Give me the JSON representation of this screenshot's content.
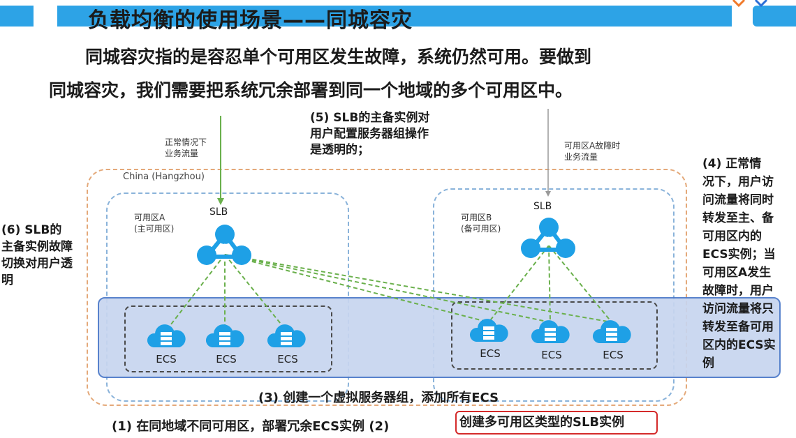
{
  "title": "负载均衡的使用场景——同城容灾",
  "intro": {
    "line1": "同城容灾指的是容忍单个可用区发生故障，系统仍然可用。要做到",
    "line2": "同城容灾，我们需要把系统冗余部署到同一个地域的多个可用区中。"
  },
  "flow_left": "正常情况下\n业务流量",
  "flow_right": "可用区A故障时\n业务流量",
  "region_label": "China (Hangzhou)",
  "zoneA": {
    "label": "可用区A\n(主可用区)",
    "slb": "SLB"
  },
  "zoneB": {
    "label": "可用区B\n(备可用区)",
    "slb": "SLB"
  },
  "ecs": {
    "a1": "ECS",
    "a2": "ECS",
    "a3": "ECS",
    "b1": "ECS",
    "b2": "ECS",
    "b3": "ECS"
  },
  "notes": {
    "n5": "(5) SLB的主备实例对\n用户配置服务器组操作\n是透明的；",
    "n6": "(6) SLB的\n主备实例故障\n切换对用户透\n明",
    "n4": "(4) 正常情\n况下，用户访\n问流量将同时\n转发至主、备\n可用区内的\nECS实例；当\n可用区A发生\n故障时，用户\n访问流量将只\n转发至备可用\n区内的ECS实\n例",
    "n3": "(3) 创建一个虚拟服务器组，添加所有ECS",
    "n1": "(1) 在同地域不同可用区，部署冗余ECS实例 (2)",
    "n2": "创建多可用区类型的SLB实例"
  },
  "colors": {
    "title_bar": "#2da3e6",
    "icon_blue": "#1ea0e6",
    "link_green": "#6ab04c",
    "pool_fill": "#c7d5ef",
    "pool_border": "#4a78c8",
    "highlight_red": "#d42a2a",
    "region_border": "#e4a97a"
  }
}
